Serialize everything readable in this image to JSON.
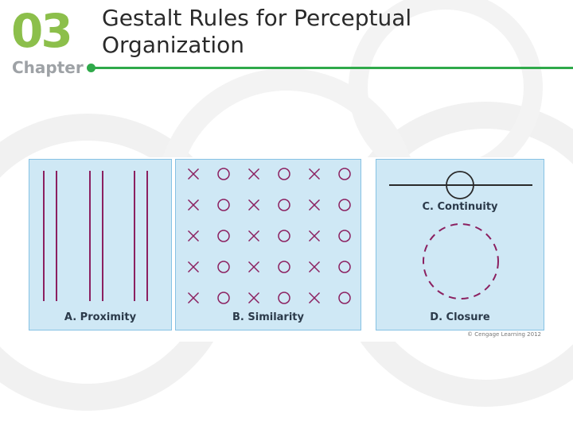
{
  "header": {
    "chapter_number": "03",
    "chapter_label": "Chapter",
    "title": "Gestalt Rules for Perceptual Organization"
  },
  "colors": {
    "chapter_number": "#8cbf4b",
    "chapter_label": "#9ea2a6",
    "rule": "#2fa94a",
    "panel_fill": "#cfe8f5",
    "panel_border": "#86c2e4",
    "figure_stroke": "#8b2060"
  },
  "figure": {
    "panels": [
      {
        "label": "A. Proximity",
        "line_pairs": 3
      },
      {
        "label": "B. Similarity",
        "grid": [
          [
            "X",
            "O",
            "X",
            "O",
            "X",
            "O"
          ],
          [
            "X",
            "O",
            "X",
            "O",
            "X",
            "O"
          ],
          [
            "X",
            "O",
            "X",
            "O",
            "X",
            "O"
          ],
          [
            "X",
            "O",
            "X",
            "O",
            "X",
            "O"
          ],
          [
            "X",
            "O",
            "X",
            "O",
            "X",
            "O"
          ]
        ]
      },
      {
        "top_label": "C. Continuity",
        "label": "D. Closure"
      }
    ],
    "credit": "© Cengage Learning 2012"
  }
}
